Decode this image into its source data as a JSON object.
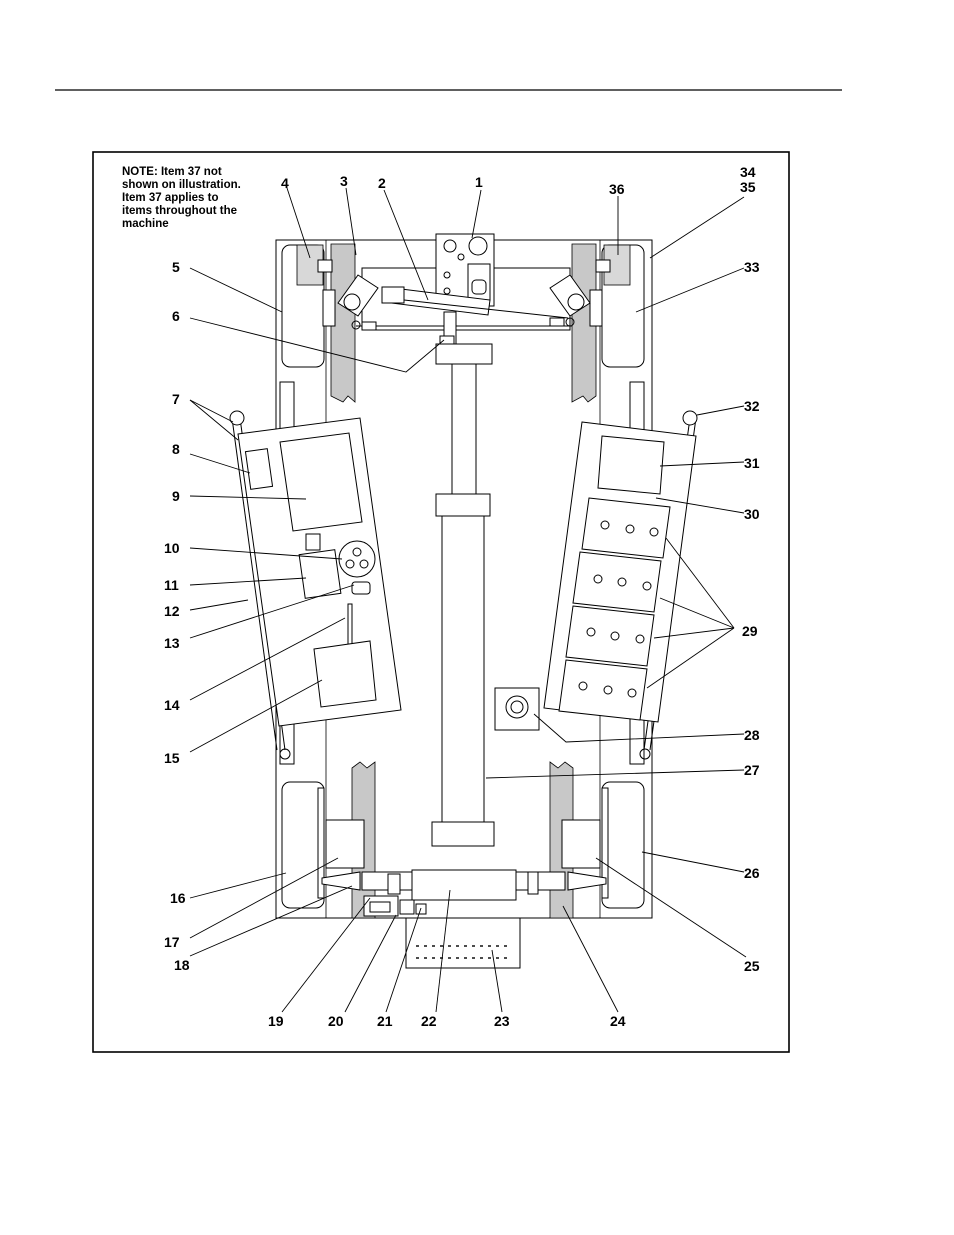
{
  "note_lines": [
    "NOTE: Item 37 not",
    "shown on illustration.",
    "Item 37 applies to",
    "items throughout the",
    "machine"
  ],
  "callouts": [
    {
      "id": "c1",
      "text": "1"
    },
    {
      "id": "c2",
      "text": "2"
    },
    {
      "id": "c3",
      "text": "3"
    },
    {
      "id": "c4",
      "text": "4"
    },
    {
      "id": "c5",
      "text": "5"
    },
    {
      "id": "c6",
      "text": "6"
    },
    {
      "id": "c7",
      "text": "7"
    },
    {
      "id": "c8",
      "text": "8"
    },
    {
      "id": "c9",
      "text": "9"
    },
    {
      "id": "c10",
      "text": "10"
    },
    {
      "id": "c11",
      "text": "11"
    },
    {
      "id": "c12",
      "text": "12"
    },
    {
      "id": "c13",
      "text": "13"
    },
    {
      "id": "c14",
      "text": "14"
    },
    {
      "id": "c15",
      "text": "15"
    },
    {
      "id": "c16",
      "text": "16"
    },
    {
      "id": "c17",
      "text": "17"
    },
    {
      "id": "c18",
      "text": "18"
    },
    {
      "id": "c19",
      "text": "19"
    },
    {
      "id": "c20",
      "text": "20"
    },
    {
      "id": "c21",
      "text": "21"
    },
    {
      "id": "c22",
      "text": "22"
    },
    {
      "id": "c23",
      "text": "23"
    },
    {
      "id": "c24",
      "text": "24"
    },
    {
      "id": "c25",
      "text": "25"
    },
    {
      "id": "c26",
      "text": "26"
    },
    {
      "id": "c27",
      "text": "27"
    },
    {
      "id": "c28",
      "text": "28"
    },
    {
      "id": "c29",
      "text": "29"
    },
    {
      "id": "c30",
      "text": "30"
    },
    {
      "id": "c31",
      "text": "31"
    },
    {
      "id": "c32",
      "text": "32"
    },
    {
      "id": "c33",
      "text": "33"
    },
    {
      "id": "c34",
      "text": "34"
    },
    {
      "id": "c35",
      "text": "35"
    },
    {
      "id": "c36",
      "text": "36"
    }
  ]
}
